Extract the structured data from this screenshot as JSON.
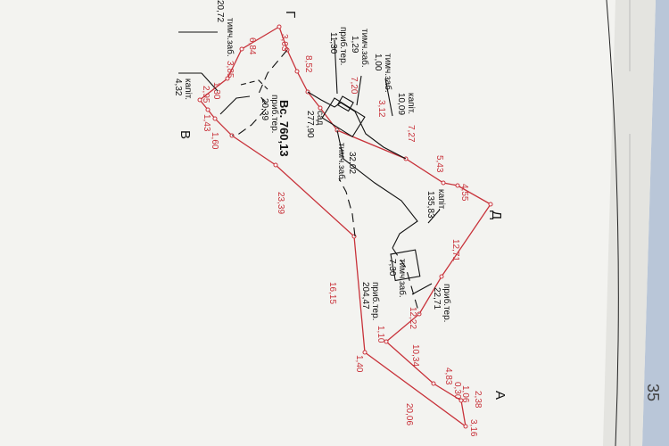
{
  "page": {
    "number": "35",
    "colors": {
      "paper": "#f3f3f0",
      "boundary": "#c8323a",
      "ink": "#111111",
      "background": "#b9c6d8"
    }
  },
  "points": {
    "A": "А",
    "V": "В",
    "G": "Г",
    "D": "Д"
  },
  "lengths": [
    "3,03",
    "6,84",
    "3,85",
    "1,30",
    "2,95",
    "1,43",
    "1,60",
    "8,52",
    "7,20",
    "3,12",
    "7,27",
    "5,43",
    "4,55",
    "12,71",
    "12,22",
    "10,34",
    "4,83",
    "0,30",
    "1,06",
    "2,38",
    "3,16",
    "20,06",
    "1,10",
    "1,40",
    "16,15",
    "23,39"
  ],
  "parcel": {
    "total": "Вс. 760,13"
  },
  "features": {
    "sad": {
      "name": "сад",
      "area": "277,90"
    },
    "kap_main": {
      "name": "капіт.",
      "area": "135,83"
    },
    "kap_small": {
      "name": "капіт.",
      "area": "10,09"
    },
    "kap_left": {
      "name": "капіт.",
      "area": "4,32"
    },
    "tymch_big": {
      "name": "тимч.заб.",
      "area": "32,02"
    },
    "tymch_mid": {
      "name": "тимч.заб.",
      "area": "7,30"
    },
    "tymch_top1": {
      "name": "тимч.заб.",
      "area": "1,00"
    },
    "tymch_top2": {
      "name": "тимч.заб.",
      "area": "1,29"
    },
    "tymch_left": {
      "name": "тимч.заб.",
      "area": "20,72"
    },
    "prib_top": {
      "name": "приб.тер.",
      "area": "11,30"
    },
    "prib_left": {
      "name": "приб.тер.",
      "area": "20,39"
    },
    "prib_mid": {
      "name": "приб.тер.",
      "area": "22,71"
    },
    "prib_bottom": {
      "name": "приб.тер.",
      "area": "204,47"
    }
  }
}
